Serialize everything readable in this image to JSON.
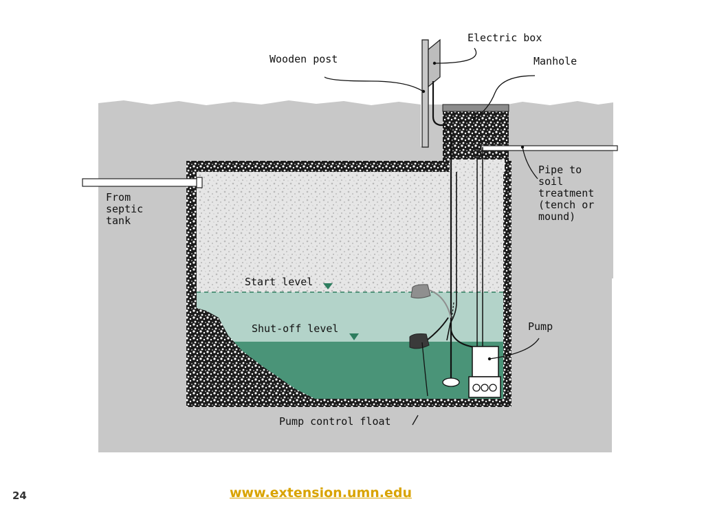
{
  "diagram": {
    "labels": {
      "electric_box": "Electric box",
      "wooden_post": "Wooden post",
      "manhole": "Manhole",
      "pipe_to_soil_treatment": [
        "Pipe to",
        "soil",
        "treatment",
        "(tench or",
        "mound)"
      ],
      "from_septic_tank": [
        "From",
        "septic",
        "tank"
      ],
      "start_level": "Start level",
      "shut_off_level": "Shut-off level",
      "pump": "Pump",
      "pump_control_float": "Pump control float"
    },
    "colors": {
      "soil": "#c8c8c8",
      "tank_wall": "#1a1a1a",
      "gravel_light": "#e4e4e4",
      "water_upper": "#b3d3c9",
      "water_lower": "#4a9478",
      "level_marker": "#2e7d5f",
      "float_gray": "#8f8f8f",
      "float_dark": "#3a3a3a"
    }
  },
  "footer": {
    "slide_number": "24",
    "source_url": "www.extension.umn.edu",
    "link_color": "#d9a300"
  }
}
